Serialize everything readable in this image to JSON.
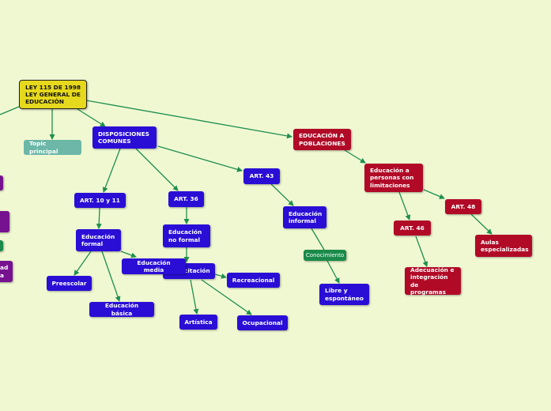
{
  "root": {
    "label": "LEY 115 DE 1998\nLEY GENERAL DE\nEDUCACIÓN"
  },
  "topic": {
    "label": "Topic principal"
  },
  "nodes": {
    "disposiciones": "DISPOSICIONES\nCOMUNES",
    "educacion_poblaciones": "EDUCACIÓN A\nPOBLACIONES",
    "art_10_11": "ART. 10 y 11",
    "art_36": "ART. 36",
    "art_43": "ART. 43",
    "educacion_formal": "Educación\nformal",
    "educacion_no_formal": "Educación\nno formal",
    "educacion_informal": "Educación\ninformal",
    "educacion_media": "Educación media",
    "capacitacion": "Capacitación",
    "preescolar": "Preescolar",
    "educacion_basica": "Educación básica",
    "artistica": "Artística",
    "ocupacional": "Ocupacional",
    "recreacional": "Recreacional",
    "conocimiento": "Conocimiento",
    "libre_espontaneo": "Libre y\nespontáneo",
    "personas_limitaciones": "Educación a\npersonas con\nlimitaciones",
    "art_46": "ART. 46",
    "art_48": "ART. 48",
    "adecuacion": "Adecuación e\nintegración\nde programas",
    "aulas": "Aulas\nespecializadas",
    "left_partial": "ad\na"
  },
  "colors": {
    "background": "#f0f8d2",
    "blue": "#2a0ed6",
    "red": "#b10a27",
    "purple": "#76128f",
    "green": "#1a8a4a",
    "teal": "#6cb7a7",
    "root": "#e6d81c",
    "connector": "#1f8f4e"
  }
}
